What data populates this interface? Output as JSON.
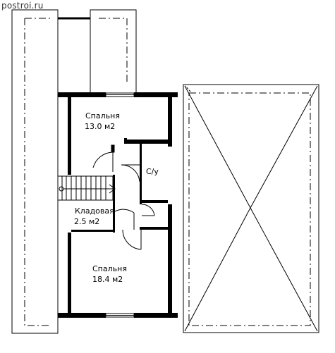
{
  "site": {
    "watermark": "postroi.ru"
  },
  "rooms": {
    "bedroom_top": {
      "name": "Спальня",
      "area": "13.0 м2"
    },
    "bathroom": {
      "name": "С/у"
    },
    "storage": {
      "name": "Кладовая",
      "area": "2.5 м2"
    },
    "bedroom_bottom": {
      "name": "Спальня",
      "area": "18.4 м2"
    }
  },
  "colors": {
    "wall": "#000000",
    "line": "#000000",
    "background": "#ffffff"
  }
}
